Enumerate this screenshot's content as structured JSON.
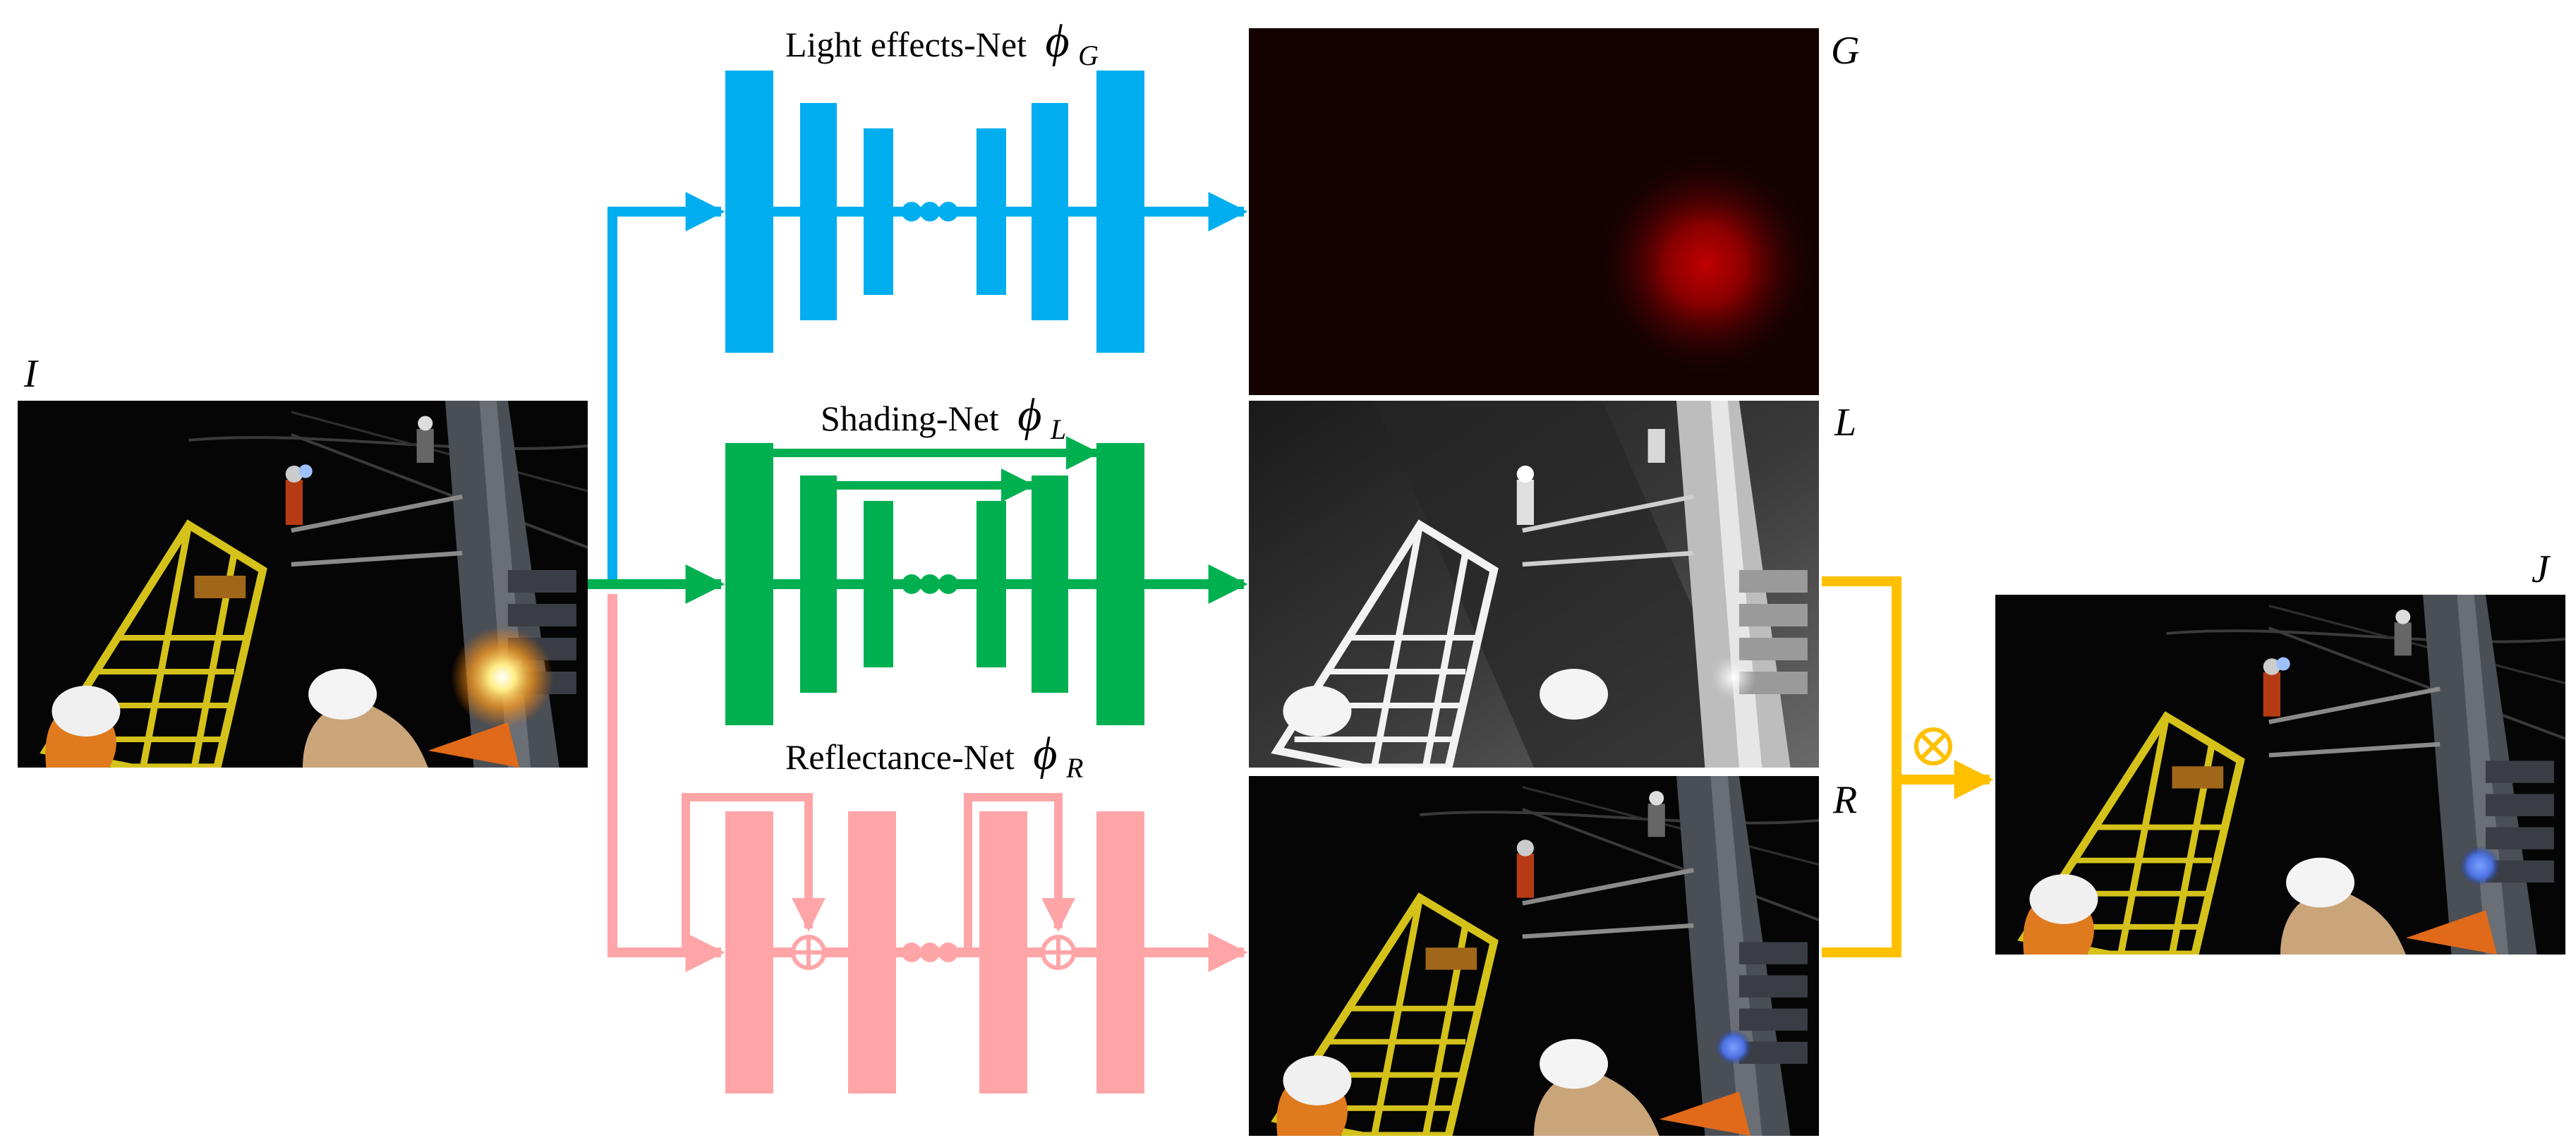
{
  "colors": {
    "light_effects": "#00AEEF",
    "shading": "#00B050",
    "reflectance": "#FFA5A8",
    "combine": "#FFC000"
  },
  "labels": {
    "input": "I",
    "output": "J",
    "glow_map": "G",
    "shading_map": "L",
    "reflectance_map": "R",
    "combine_op": "⊗"
  },
  "nets": {
    "light_effects": {
      "name": "Light effects-Net",
      "symbol": "ϕ",
      "subscript": "G"
    },
    "shading": {
      "name": "Shading-Net",
      "symbol": "ϕ",
      "subscript": "L"
    },
    "reflectance": {
      "name": "Reflectance-Net",
      "symbol": "ϕ",
      "subscript": "R"
    }
  },
  "icons": {
    "skip_sum": "plus-circle-icon",
    "continuation": "ellipsis-icon",
    "product": "otimes-icon"
  }
}
